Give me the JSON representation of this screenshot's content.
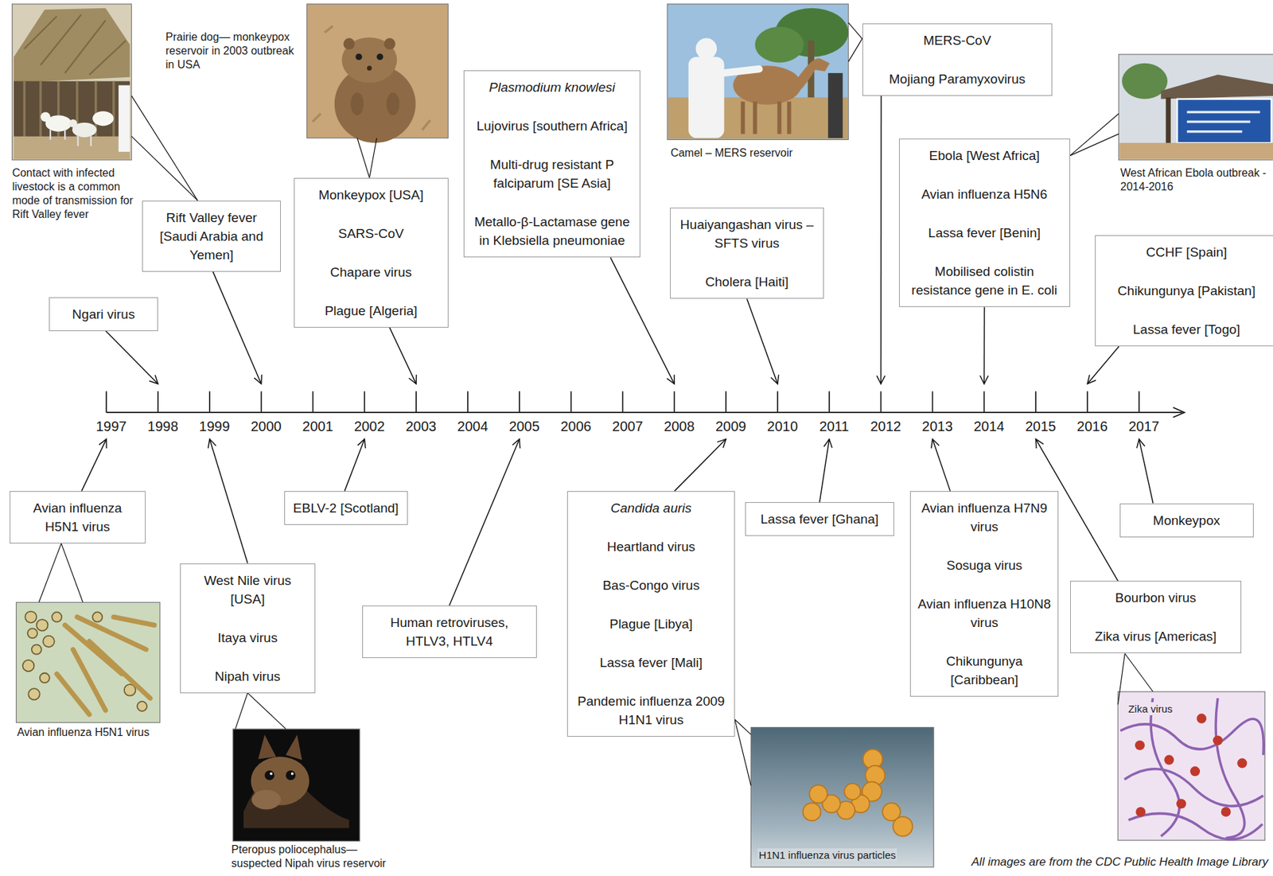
{
  "diagram": {
    "nodes": [
      {
        "text": [
          "Ngari virus"
        ]
      },
      {
        "text": [
          "Rift Valley fever [Saudi Arabia and Yemen]"
        ]
      },
      {
        "text": [
          "Monkeypox [USA]",
          "SARS-CoV",
          "Chapare virus",
          "Plague [Algeria]"
        ]
      },
      {
        "text": [
          "Plasmodium knowlesi",
          "Lujovirus [southern Africa]",
          "Multi-drug resistant P falciparum [SE Asia]",
          "Metallo-β-Lactamase gene in Klebsiella pneumoniae"
        ]
      },
      {
        "text": [
          "Huaiyangashan virus – SFTS virus",
          "Cholera [Haiti]"
        ]
      },
      {
        "text": [
          "MERS-CoV",
          "Mojiang Paramyxovirus"
        ]
      },
      {
        "text": [
          "Ebola [West Africa]",
          "Avian influenza H5N6",
          "Lassa fever [Benin]",
          "Mobilised colistin resistance gene in E. coli"
        ]
      },
      {
        "text": [
          "CCHF [Spain]",
          "Chikungunya [Pakistan]",
          "Lassa fever [Togo]"
        ]
      },
      {
        "text": [
          "Avian influenza H5N1 virus"
        ]
      },
      {
        "text": [
          "West Nile virus [USA]",
          "Itaya virus",
          "Nipah virus"
        ]
      },
      {
        "text": [
          "EBLV-2 [Scotland]"
        ]
      },
      {
        "text": [
          "Human retroviruses, HTLV3, HTLV4"
        ]
      },
      {
        "text": [
          "Candida auris",
          "Heartland virus",
          "Bas-Congo virus",
          "Plague [Libya]",
          "Lassa fever [Mali]",
          "Pandemic influenza 2009 H1N1 virus"
        ]
      },
      {
        "text": [
          "Lassa fever [Ghana]"
        ]
      },
      {
        "text": [
          "Avian influenza H7N9 virus",
          "Sosuga virus",
          "Avian influenza H10N8 virus",
          "Chikungunya [Caribbean]"
        ]
      },
      {
        "text": [
          "Bourbon virus",
          "Zika virus [Americas]"
        ]
      },
      {
        "text": [
          "Monkeypox"
        ]
      }
    ],
    "labels": [
      "1997",
      "1998",
      "1999",
      "2000",
      "2001",
      "2002",
      "2003",
      "2004",
      "2005",
      "2006",
      "2007",
      "2008",
      "2009",
      "2010",
      "2011",
      "2012",
      "2013",
      "2014",
      "2015",
      "2016",
      "2017",
      "Contact with infected livestock is a common mode of transmission for Rift Valley fever",
      "Prairie dog— monkeypox reservoir in 2003 outbreak in USA",
      "Camel – MERS reservoir",
      "West African Ebola outbreak - 2014-2016",
      "Avian influenza H5N1 virus",
      "Pteropus poliocephalus— suspected Nipah virus reservoir",
      "H1N1 influenza virus particles",
      "Zika virus",
      "All images are from the CDC Public Health Image Library"
    ]
  }
}
